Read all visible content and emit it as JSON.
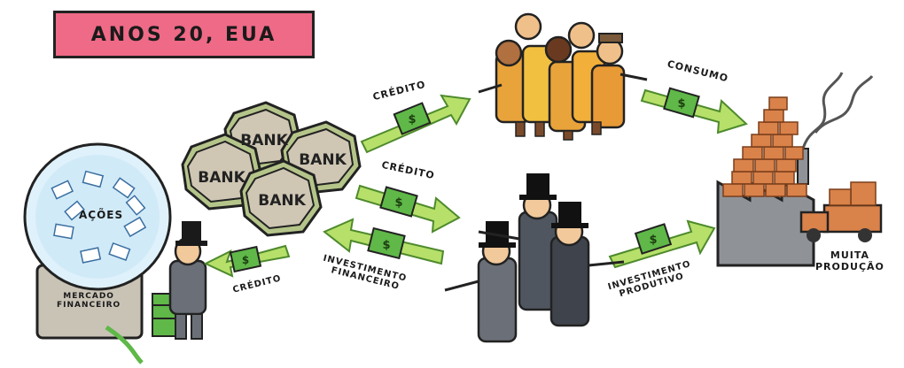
{
  "title": "ANOS 20, EUA",
  "banks": [
    "BANK",
    "BANK",
    "BANK",
    "BANK"
  ],
  "globe_label": "AÇÕES",
  "market_label": [
    "MERCADO",
    "FINANCEIRO"
  ],
  "arrows": {
    "credit_top": "CRÉDITO",
    "credit_middle": "CRÉDITO",
    "credit_market": "CRÉDITO",
    "financial_investment": [
      "INVESTIMENTO",
      "FINANCEIRO"
    ],
    "productive_investment": [
      "INVESTIMENTO",
      "PRODUTIVO"
    ],
    "consumption": "CONSUMO"
  },
  "factory_label": [
    "MUITA",
    "PRODUÇÃO"
  ],
  "colors": {
    "title_bg": "#ee6a86",
    "arrow": "#b6e06a",
    "bill": "#5fb848",
    "bank": "#cfc6b4",
    "brick": "#d9824a"
  }
}
